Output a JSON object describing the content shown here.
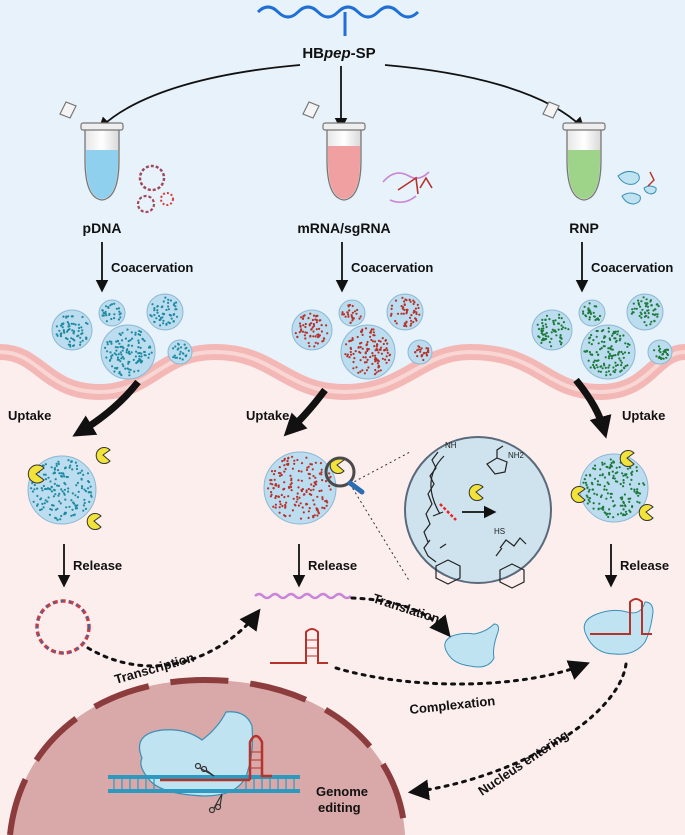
{
  "title_reagent": {
    "prefix": "HB",
    "italic": "pep",
    "suffix": "-SP"
  },
  "cargos": [
    "pDNA",
    "mRNA/sgRNA",
    "RNP"
  ],
  "steps": {
    "coacervation": "Coacervation",
    "uptake": "Uptake",
    "release": "Release",
    "transcription": "Transcription",
    "translation": "Translation",
    "complexation": "Complexation",
    "nucleus_entering": "Nucleus entering",
    "genome_editing_line1": "Genome",
    "genome_editing_line2": "editing"
  },
  "chem": {
    "nh": "NH",
    "nh2": "NH2",
    "hs": "HS"
  },
  "colors": {
    "background_top": "#e8f2fa",
    "background_cell": "#fdeeee",
    "membrane": "#f3b8b6",
    "droplet_fill": "#bcdcef",
    "pdna_dots": "#1f8aa0",
    "mrna_dots": "#b5332b",
    "rnp_dots": "#1e7a3c",
    "tube_blue": "#8fd0ee",
    "tube_red": "#f0a0a0",
    "tube_green": "#9dd48a",
    "enzyme_yellow": "#f2e33a",
    "nucleus": "#d9a8a8"
  }
}
